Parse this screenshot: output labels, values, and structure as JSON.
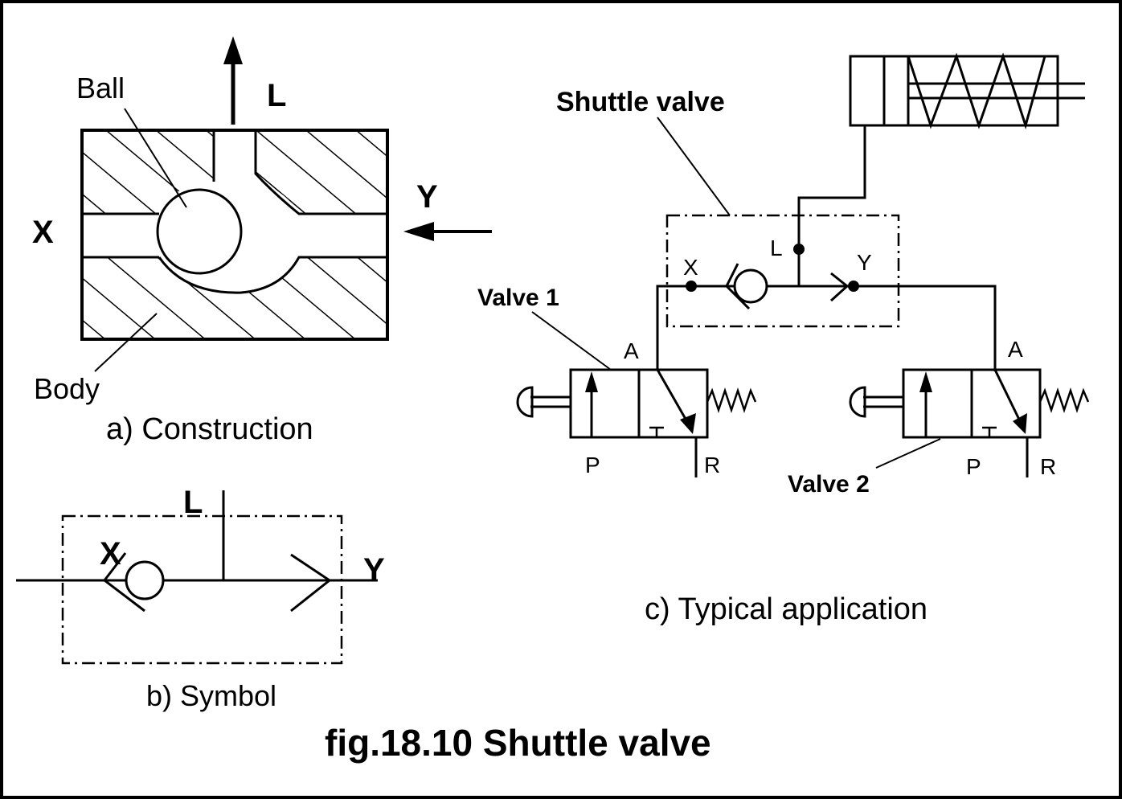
{
  "figure": {
    "caption": "fig.18.10 Shuttle valve",
    "border_color": "#000000",
    "background": "#ffffff"
  },
  "construction": {
    "caption": "a) Construction",
    "label_ball": "Ball",
    "label_body": "Body",
    "port_x": "X",
    "port_y": "Y",
    "port_l": "L"
  },
  "symbol": {
    "caption": "b) Symbol",
    "port_x": "X",
    "port_y": "Y",
    "port_l": "L"
  },
  "application": {
    "caption": "c) Typical application",
    "shuttle_label": "Shuttle valve",
    "shuttle_port_x": "X",
    "shuttle_port_y": "Y",
    "shuttle_port_l": "L",
    "valve1": {
      "label": "Valve 1",
      "port_a": "A",
      "port_p": "P",
      "port_r": "R"
    },
    "valve2": {
      "label": "Valve 2",
      "port_a": "A",
      "port_p": "P",
      "port_r": "R"
    }
  }
}
